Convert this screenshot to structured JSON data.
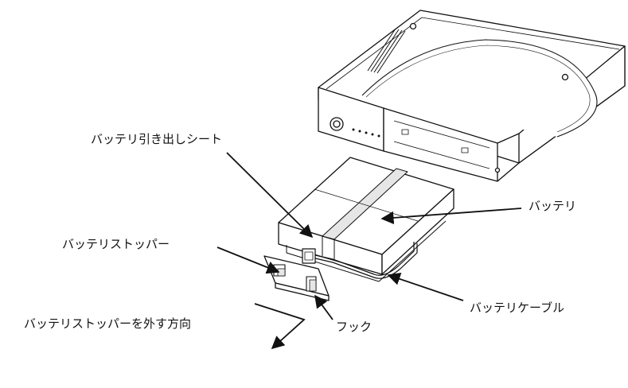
{
  "labels": {
    "pull_sheet": "バッテリ引き出しシート",
    "battery": "バッテリ",
    "battery_stopper": "バッテリストッパー",
    "battery_cable": "バッテリケーブル",
    "stopper_removal_direction": "バッテリストッパーを外す方向",
    "hook": "フック"
  },
  "colors": {
    "line": "#111111",
    "fill": "#ffffff",
    "shade": "#e6e6e6"
  }
}
